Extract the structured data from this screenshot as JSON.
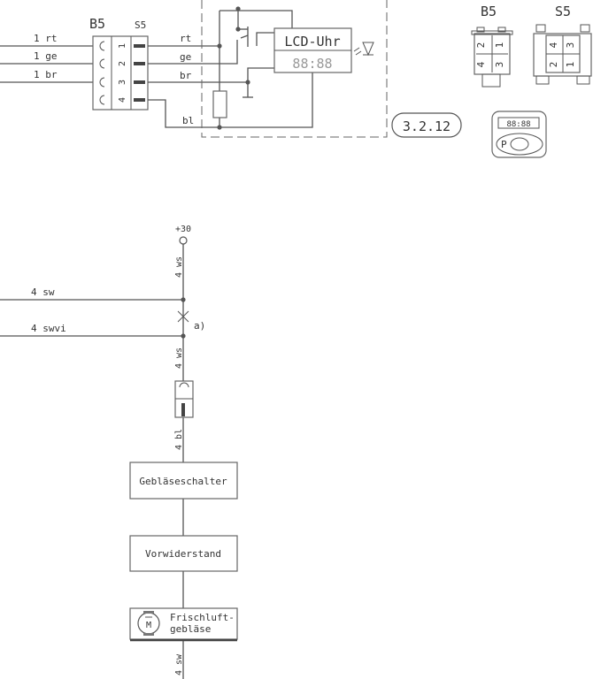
{
  "top": {
    "wires": [
      {
        "label": "1 rt",
        "inner_label": "rt",
        "pin": "1"
      },
      {
        "label": "1 ge",
        "inner_label": "ge",
        "pin": "2"
      },
      {
        "label": "1 br",
        "inner_label": "br",
        "pin": "3"
      },
      {
        "label": "",
        "inner_label": "bl",
        "pin": "4"
      }
    ],
    "b5_label": "B5",
    "s5_label": "S5",
    "lcd_title": "LCD-Uhr",
    "lcd_digits": "88:88",
    "reference": "3.2.12",
    "b5_connector": {
      "label": "B5",
      "pins": [
        "2",
        "1",
        "4",
        "3"
      ]
    },
    "s5_connector": {
      "label": "S5",
      "pins": [
        "4",
        "3",
        "2",
        "1"
      ]
    },
    "panel": {
      "display": "88:88",
      "button_left": "P"
    }
  },
  "bottom": {
    "supply": "+30",
    "wire_ws_1": "4 ws",
    "wire_sw": "4 sw",
    "wire_swvi": "4 swvi",
    "note": "a)",
    "wire_ws_2": "4 ws",
    "wire_bl": "4 bl",
    "blocks": [
      "Gebläseschalter",
      "Vorwiderstand"
    ],
    "motor": {
      "symbol": "M",
      "line1": "Frischluft-",
      "line2": "gebläse"
    },
    "wire_sw_out": "4 sw"
  }
}
